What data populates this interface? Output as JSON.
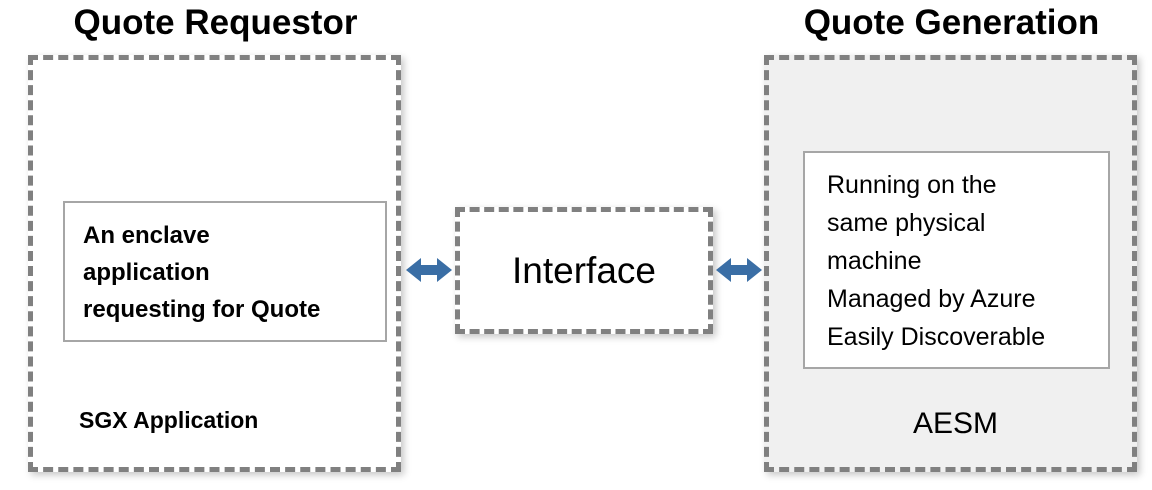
{
  "diagram": {
    "background_color": "#ffffff",
    "accent_arrow_color": "#3a6ea5",
    "dashed_border_color": "#808080",
    "inner_border_color": "#a6a6a6",
    "generation_fill_color": "#f0f0f0"
  },
  "left_section": {
    "title": "Quote Requestor",
    "inner_box": {
      "lines": [
        "An enclave",
        "application",
        "requesting for Quote"
      ]
    },
    "footer_label": "SGX Application"
  },
  "center_section": {
    "interface_label": "Interface"
  },
  "right_section": {
    "title": "Quote Generation",
    "inner_box": {
      "lines": [
        "Running on the",
        "same physical",
        "machine",
        "Managed by Azure",
        "Easily Discoverable"
      ]
    },
    "footer_label": "AESM"
  },
  "connectors": [
    {
      "name": "requestor-to-interface",
      "type": "double-arrow"
    },
    {
      "name": "interface-to-generation",
      "type": "double-arrow"
    }
  ]
}
